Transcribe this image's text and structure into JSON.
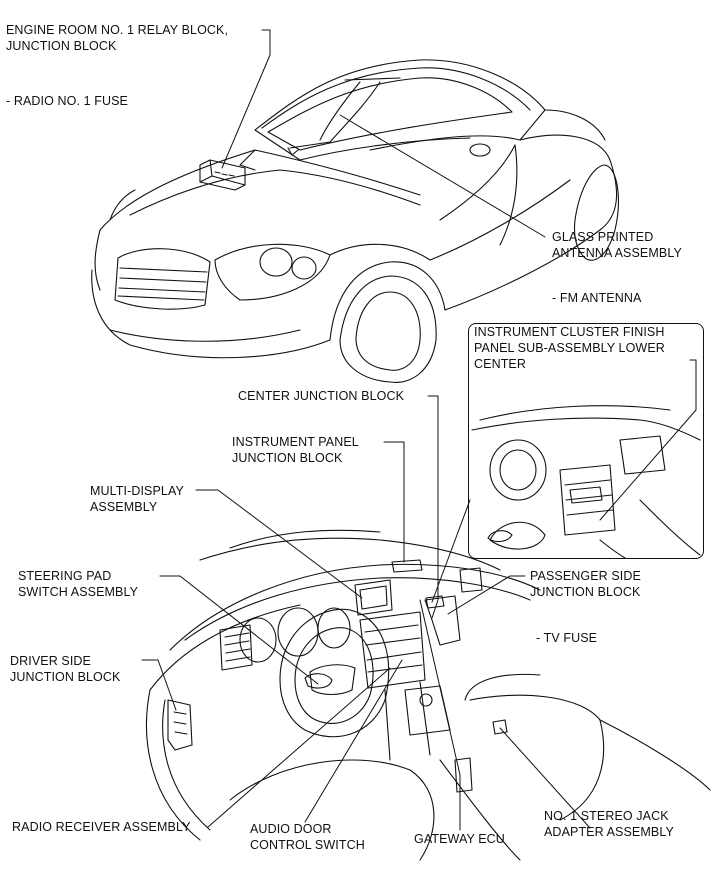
{
  "labels": {
    "engine_room_relay": [
      "ENGINE ROOM NO. 1 RELAY BLOCK,",
      "JUNCTION BLOCK"
    ],
    "radio_fuse": "- RADIO NO. 1 FUSE",
    "glass_antenna": [
      "GLASS PRINTED",
      "ANTENNA ASSEMBLY"
    ],
    "fm_antenna": "- FM ANTENNA",
    "cluster_finish_panel": [
      "INSTRUMENT CLUSTER FINISH",
      "PANEL SUB-ASSEMBLY LOWER",
      "CENTER"
    ],
    "center_jb": "CENTER JUNCTION BLOCK",
    "instrument_panel_jb": [
      "INSTRUMENT PANEL",
      "JUNCTION BLOCK"
    ],
    "multi_display": [
      "MULTI-DISPLAY",
      "ASSEMBLY"
    ],
    "steering_pad": [
      "STEERING PAD",
      "SWITCH ASSEMBLY"
    ],
    "passenger_jb": [
      "PASSENGER SIDE",
      "JUNCTION BLOCK"
    ],
    "tv_fuse": "- TV FUSE",
    "driver_jb": [
      "DRIVER SIDE",
      "JUNCTION BLOCK"
    ],
    "radio_receiver": "RADIO RECEIVER ASSEMBLY",
    "audio_door": [
      "AUDIO DOOR",
      "CONTROL SWITCH"
    ],
    "gateway_ecu": "GATEWAY ECU",
    "stereo_jack": [
      "NO. 1 STEREO JACK",
      "ADAPTER ASSEMBLY"
    ]
  }
}
